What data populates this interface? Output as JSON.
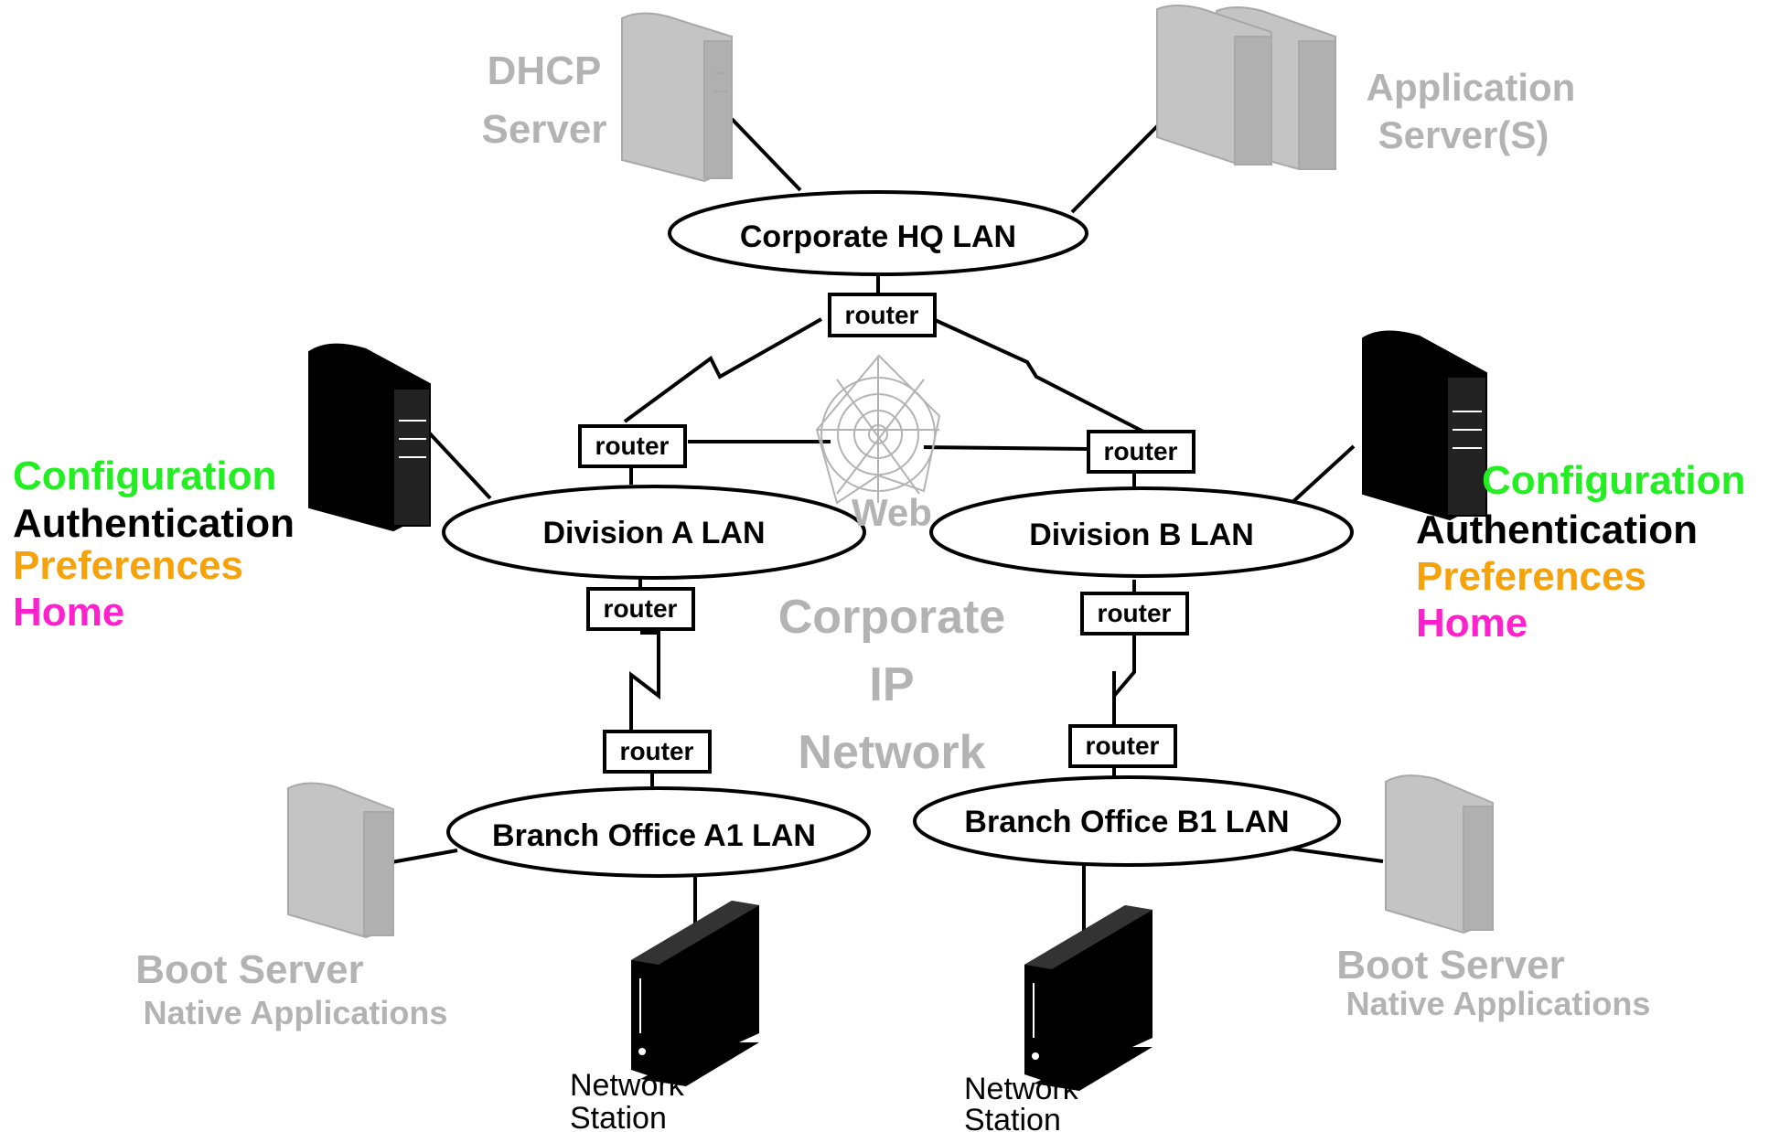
{
  "colors": {
    "config": "#22ee22",
    "auth": "#000000",
    "prefs": "#f5a20b",
    "home": "#ff22cc",
    "faded": "#b3b3b3"
  },
  "lans": {
    "hq": "Corporate HQ LAN",
    "div_a": "Division A LAN",
    "div_b": "Division B LAN",
    "branch_a1": "Branch Office A1 LAN",
    "branch_b1": "Branch Office B1 LAN"
  },
  "router_label": "router",
  "servers": {
    "dhcp_line1": "DHCP",
    "dhcp_line2": "Server",
    "app_line1": "Application",
    "app_line2": "Server(S)",
    "boot_title": "Boot Server",
    "boot_sub": "Native Applications"
  },
  "roles": {
    "config": "Configuration",
    "auth": "Authentication",
    "prefs": "Preferences",
    "home": "Home"
  },
  "network": {
    "web": "Web",
    "line1": "Corporate",
    "line2": "IP",
    "line3": "Network"
  },
  "station": {
    "line1": "Network",
    "line2": "Station"
  },
  "icons": [
    "tower-server-icon",
    "network-station-icon",
    "web-globe-icon"
  ]
}
